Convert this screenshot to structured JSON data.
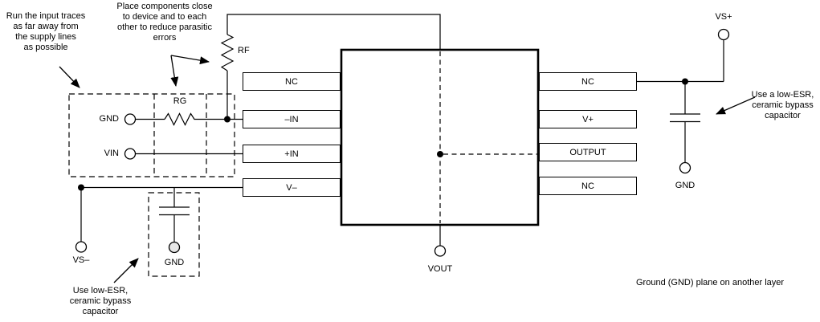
{
  "notes": {
    "input_traces": "Run the input traces\nas far away from\nthe supply lines\nas possible",
    "place_components": "Place components close\nto device and to each\nother to reduce parasitic\nerrors",
    "bypass_right": "Use a low-ESR,\nceramic bypass\ncapacitor",
    "bypass_left": "Use low-ESR,\nceramic bypass\ncapacitor",
    "ground_plane": "Ground (GND) plane on another layer"
  },
  "labels": {
    "rf": "RF",
    "rg": "RG",
    "gnd_input": "GND",
    "vin": "VIN",
    "vs_minus": "VS–",
    "gnd_bottom": "GND",
    "vout": "VOUT",
    "vs_plus": "VS+",
    "gnd_right": "GND"
  },
  "ic": {
    "left_pins": [
      "NC",
      "–IN",
      "+IN",
      "V–"
    ],
    "right_pins": [
      "NC",
      "V+",
      "OUTPUT",
      "NC"
    ]
  },
  "colors": {
    "line": "#000000",
    "background": "#ffffff",
    "pad_fill": "#e6e6e6"
  }
}
